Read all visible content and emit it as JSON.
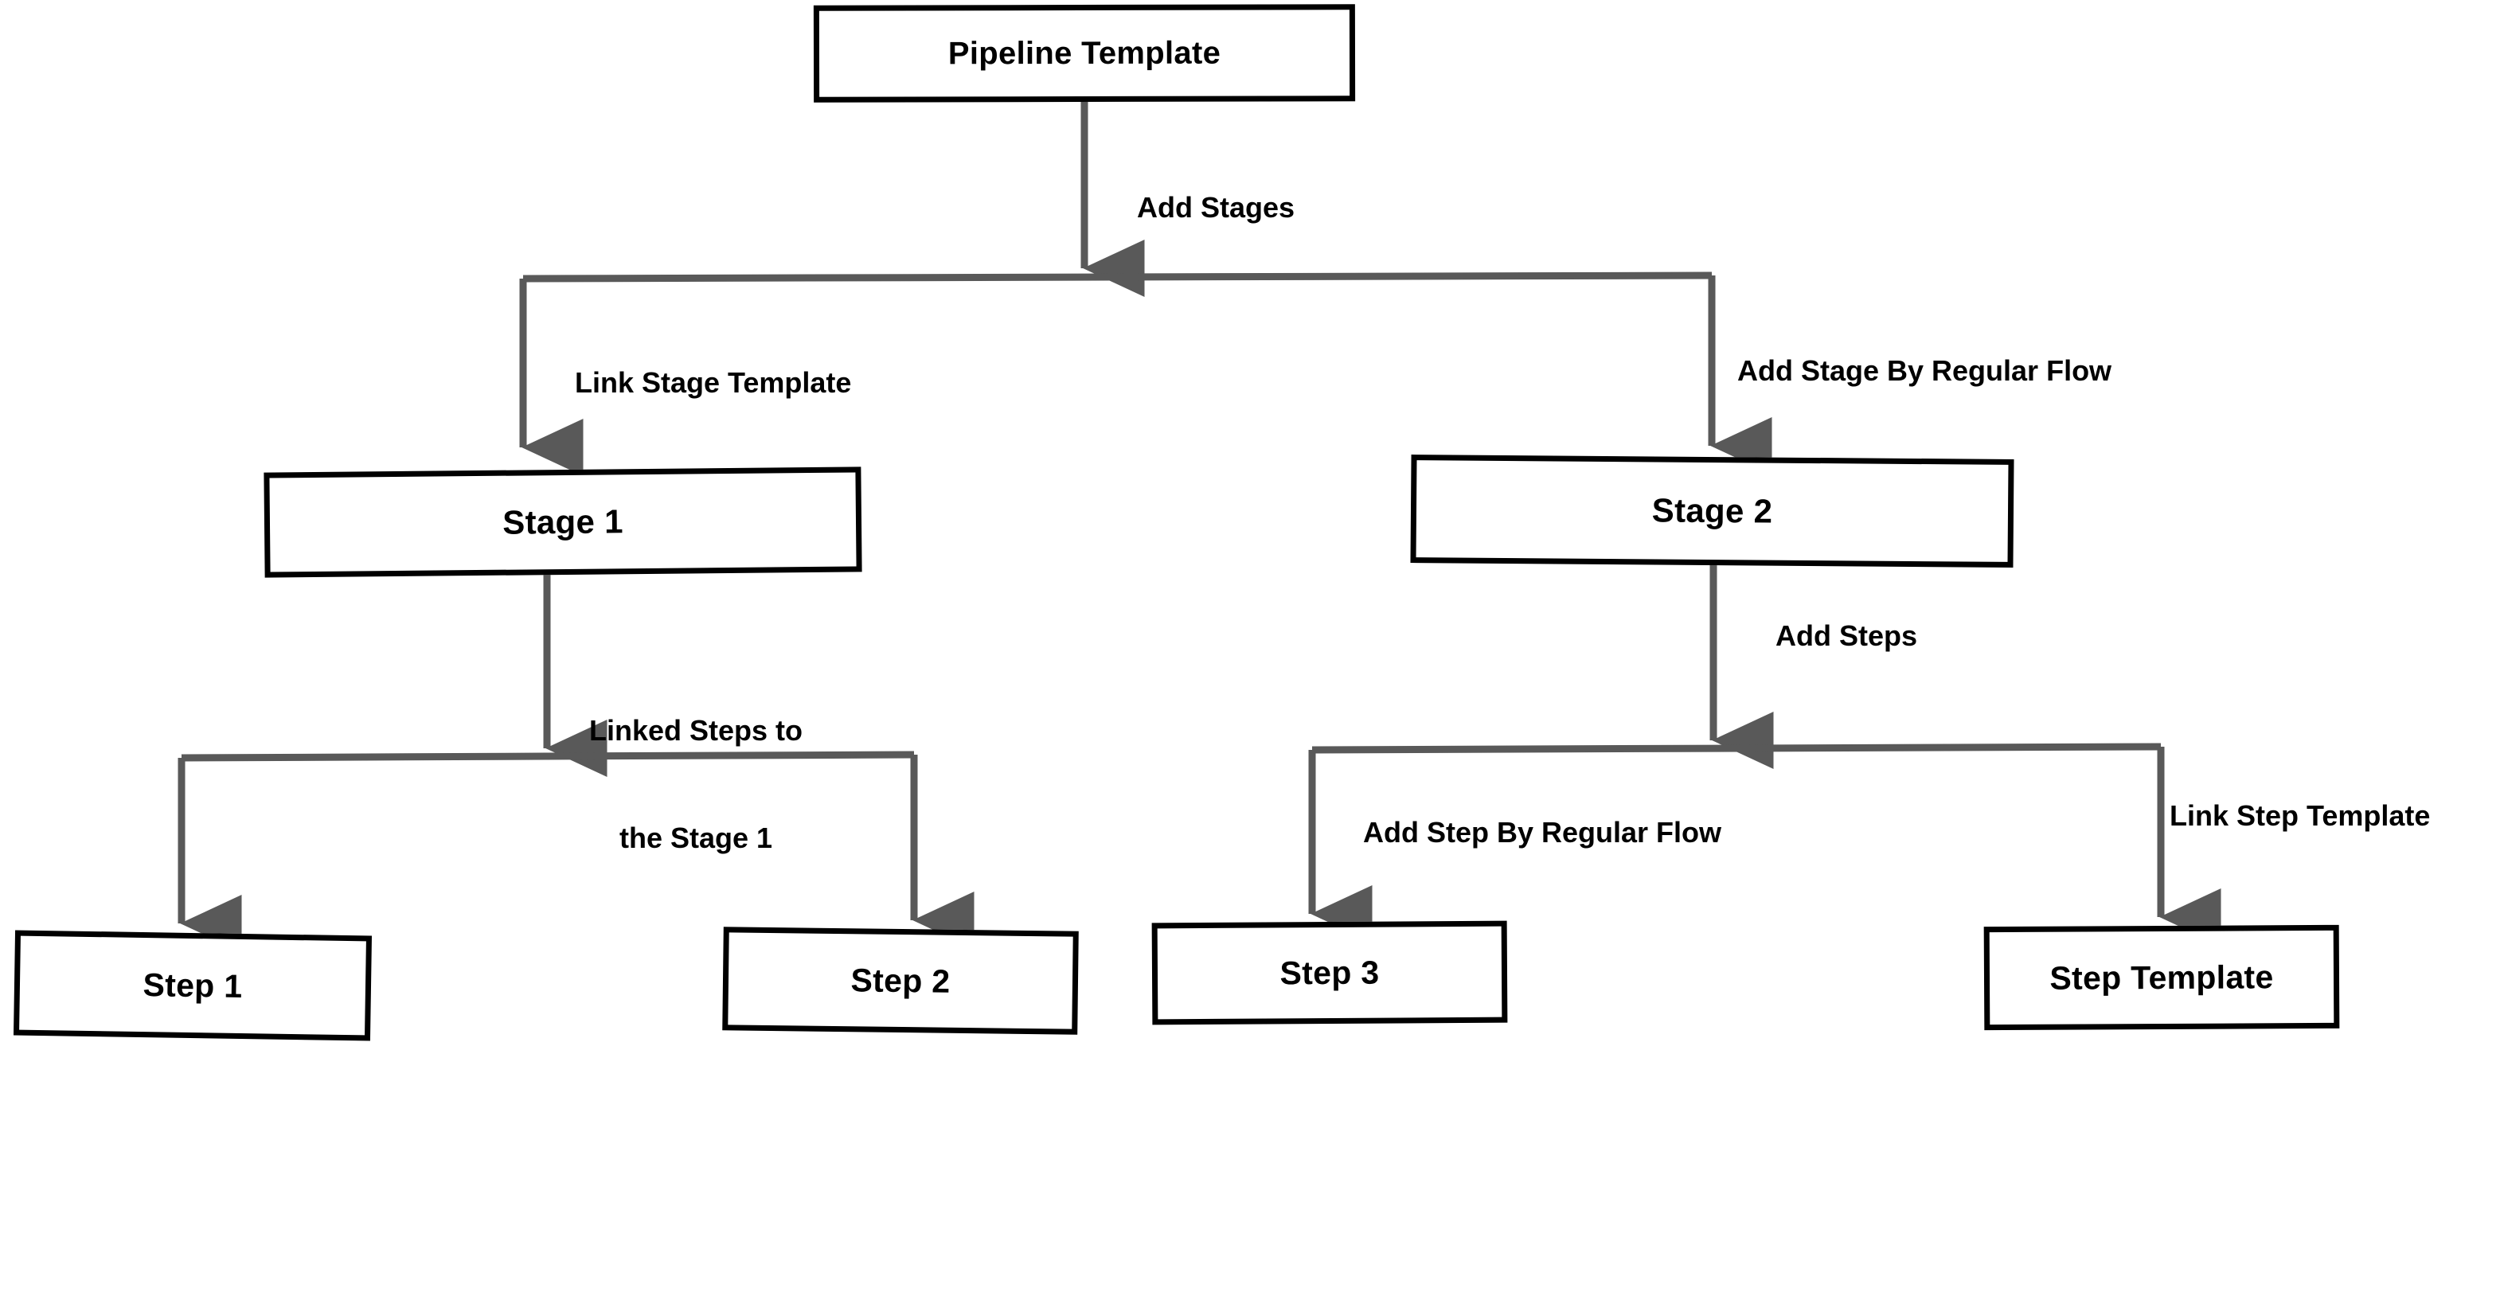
{
  "diagram": {
    "title": "Pipeline Template Composition Flow",
    "background_color": "#ffffff",
    "node_border_color": "#000000",
    "node_fill_color": "#ffffff",
    "edge_color": "#595959",
    "label_color": "#000000"
  },
  "nodes": {
    "pipeline_template": "Pipeline Template",
    "stage_1": "Stage 1",
    "stage_2": "Stage 2",
    "step_1": "Step 1",
    "step_2": "Step 2",
    "step_3": "Step 3",
    "step_template": "Step Template"
  },
  "edge_labels": {
    "add_stages": "Add Stages",
    "link_stage_template": "Link Stage Template",
    "add_stage_by_regular_flow": "Add Stage By Regular Flow",
    "linked_steps_line1": "Linked Steps to",
    "linked_steps_line2": "the Stage 1",
    "add_steps": "Add Steps",
    "add_step_by_regular_flow": "Add Step By Regular Flow",
    "link_step_template": "Link Step Template"
  },
  "chart_data": {
    "type": "diagram",
    "layout": "top-down tree with orthogonal elbow connectors",
    "nodes": [
      {
        "id": "pipeline_template",
        "label": "Pipeline Template",
        "level": 0
      },
      {
        "id": "stage_1",
        "label": "Stage 1",
        "level": 1
      },
      {
        "id": "stage_2",
        "label": "Stage 2",
        "level": 1
      },
      {
        "id": "step_1",
        "label": "Step 1",
        "level": 2
      },
      {
        "id": "step_2",
        "label": "Step 2",
        "level": 2
      },
      {
        "id": "step_3",
        "label": "Step 3",
        "level": 2
      },
      {
        "id": "step_template",
        "label": "Step Template",
        "level": 2
      }
    ],
    "edges": [
      {
        "from": "pipeline_template",
        "to": "stage_1",
        "label": "Link Stage Template"
      },
      {
        "from": "pipeline_template",
        "to": "stage_2",
        "label": "Add Stage By Regular Flow"
      },
      {
        "from": "stage_1",
        "to": "step_1",
        "label": "Linked Steps to the Stage 1"
      },
      {
        "from": "stage_1",
        "to": "step_2",
        "label": "Linked Steps to the Stage 1"
      },
      {
        "from": "stage_2",
        "to": "step_3",
        "label": "Add Step By Regular Flow"
      },
      {
        "from": "stage_2",
        "to": "step_template",
        "label": "Link Step Template"
      }
    ],
    "bus_labels": [
      {
        "after": "pipeline_template",
        "label": "Add Stages"
      },
      {
        "after": "stage_2",
        "label": "Add Steps"
      }
    ]
  }
}
